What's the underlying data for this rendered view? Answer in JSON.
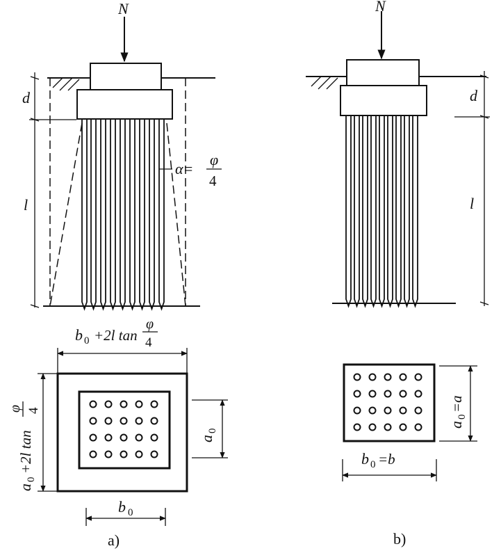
{
  "figure_a": {
    "load": "N",
    "depth": "d",
    "length": "l",
    "angle_lhs": "α=",
    "angle_num": "φ",
    "angle_den": "4",
    "plan_width_label_main": "b",
    "plan_width_label_sub": "0",
    "plan_width_label_rest": "+2l tan",
    "plan_width_num": "φ",
    "plan_width_den": "4",
    "plan_height_label_main": "a",
    "plan_height_label_sub": "0",
    "plan_height_label_rest": "+2l tan",
    "plan_height_num": "φ",
    "plan_height_den": "4",
    "inner_a0_main": "a",
    "inner_a0_sub": "0",
    "inner_b0_main": "b",
    "inner_b0_sub": "0",
    "caption": "a)",
    "pile_grid": {
      "rows": 4,
      "cols": 5
    }
  },
  "figure_b": {
    "load": "N",
    "depth": "d",
    "length": "l",
    "a_label_main": "a",
    "a_label_sub": "0",
    "a_label_rest": "=a",
    "b_label_main": "b",
    "b_label_sub": "0",
    "b_label_rest": "=b",
    "caption": "b)",
    "pile_grid": {
      "rows": 4,
      "cols": 5
    }
  }
}
